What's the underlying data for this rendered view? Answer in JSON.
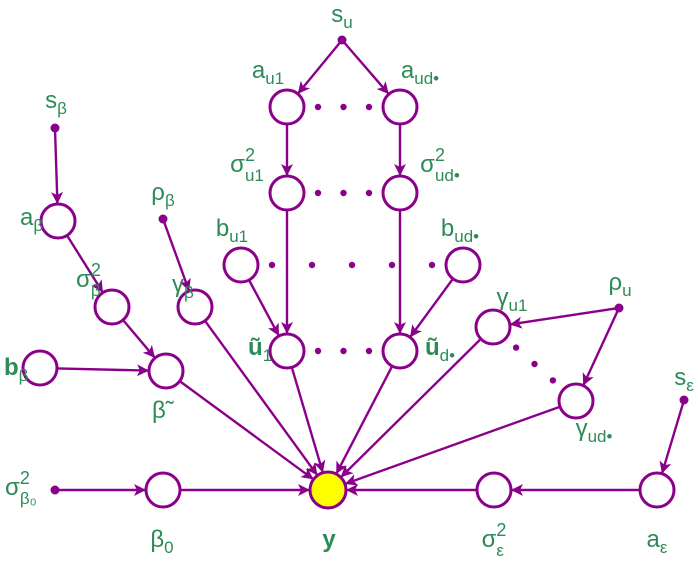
{
  "colors": {
    "edge": "#8b008b",
    "label": "#2e8b57",
    "node_fill": "#ffffff",
    "target_fill": "#ffff00",
    "background": "#ffffff"
  },
  "nodes": {
    "s_u": {
      "kind": "source",
      "label": {
        "base": "s",
        "sub": "u"
      }
    },
    "a_u1": {
      "kind": "circle",
      "label": {
        "base": "a",
        "sub": "u1"
      }
    },
    "a_ud": {
      "kind": "circle",
      "label": {
        "base": "a",
        "sub": "ud•"
      }
    },
    "sigma2_u1": {
      "kind": "circle",
      "label": {
        "base": "σ",
        "sup": "2",
        "sub": "u1"
      }
    },
    "sigma2_ud": {
      "kind": "circle",
      "label": {
        "base": "σ",
        "sup": "2",
        "sub": "ud•"
      }
    },
    "b_u1": {
      "kind": "circle",
      "label": {
        "base": "b",
        "sub": "u1"
      }
    },
    "b_ud": {
      "kind": "circle",
      "label": {
        "base": "b",
        "sub": "ud•"
      }
    },
    "u_1": {
      "kind": "circle",
      "label": {
        "base": "ũ",
        "sub": "1",
        "bold": true
      }
    },
    "u_d": {
      "kind": "circle",
      "label": {
        "base": "ũ",
        "sub": "d•",
        "bold": true
      }
    },
    "s_beta": {
      "kind": "source",
      "label": {
        "base": "s",
        "sub": "β"
      }
    },
    "a_beta": {
      "kind": "circle",
      "label": {
        "base": "a",
        "sub": "β"
      }
    },
    "sigma2_beta": {
      "kind": "circle",
      "label": {
        "base": "σ",
        "sup": "2",
        "sub": "β"
      }
    },
    "b_beta": {
      "kind": "circle",
      "label": {
        "base": "b",
        "sub": "β",
        "bold": true
      }
    },
    "beta_tilde": {
      "kind": "circle",
      "label": {
        "base": "β̃"
      }
    },
    "rho_beta": {
      "kind": "source",
      "label": {
        "base": "ρ",
        "sub": "β"
      }
    },
    "gamma_beta": {
      "kind": "circle",
      "label": {
        "base": "γ",
        "sub": "β"
      }
    },
    "sigma2_beta0": {
      "kind": "source",
      "label": {
        "base": "σ",
        "sup": "2",
        "sub": "β₀"
      }
    },
    "beta_0": {
      "kind": "circle",
      "label": {
        "base": "β",
        "sub": "0"
      }
    },
    "y": {
      "kind": "target",
      "label": {
        "base": "y",
        "bold": true
      }
    },
    "sigma2_eps": {
      "kind": "circle",
      "label": {
        "base": "σ",
        "sup": "2",
        "sub": "ε"
      }
    },
    "a_eps": {
      "kind": "circle",
      "label": {
        "base": "a",
        "sub": "ε"
      }
    },
    "s_eps": {
      "kind": "source",
      "label": {
        "base": "s",
        "sub": "ε"
      }
    },
    "rho_u": {
      "kind": "source",
      "label": {
        "base": "ρ",
        "sub": "u"
      }
    },
    "gamma_u1": {
      "kind": "circle",
      "label": {
        "base": "γ",
        "sub": "u1"
      }
    },
    "gamma_ud": {
      "kind": "circle",
      "label": {
        "base": "γ",
        "sub": "ud•"
      }
    }
  },
  "edges": [
    [
      "s_u",
      "a_u1"
    ],
    [
      "s_u",
      "a_ud"
    ],
    [
      "a_u1",
      "sigma2_u1"
    ],
    [
      "a_ud",
      "sigma2_ud"
    ],
    [
      "sigma2_u1",
      "u_1"
    ],
    [
      "sigma2_ud",
      "u_d"
    ],
    [
      "b_u1",
      "u_1"
    ],
    [
      "b_ud",
      "u_d"
    ],
    [
      "s_beta",
      "a_beta"
    ],
    [
      "a_beta",
      "sigma2_beta"
    ],
    [
      "sigma2_beta",
      "beta_tilde"
    ],
    [
      "b_beta",
      "beta_tilde"
    ],
    [
      "rho_beta",
      "gamma_beta"
    ],
    [
      "sigma2_beta0",
      "beta_0"
    ],
    [
      "beta_0",
      "y"
    ],
    [
      "beta_tilde",
      "y"
    ],
    [
      "gamma_beta",
      "y"
    ],
    [
      "u_1",
      "y"
    ],
    [
      "u_d",
      "y"
    ],
    [
      "gamma_u1",
      "y"
    ],
    [
      "gamma_ud",
      "y"
    ],
    [
      "sigma2_eps",
      "y"
    ],
    [
      "a_eps",
      "sigma2_eps"
    ],
    [
      "s_eps",
      "a_eps"
    ],
    [
      "rho_u",
      "gamma_u1"
    ],
    [
      "rho_u",
      "gamma_ud"
    ]
  ],
  "ellipses": [
    {
      "from": "a_u1",
      "to": "a_ud"
    },
    {
      "from": "sigma2_u1",
      "to": "sigma2_ud"
    },
    {
      "from": "b_u1",
      "to": "b_ud"
    },
    {
      "from": "u_1",
      "to": "u_d"
    },
    {
      "from": "gamma_u1",
      "to": "gamma_ud"
    }
  ]
}
